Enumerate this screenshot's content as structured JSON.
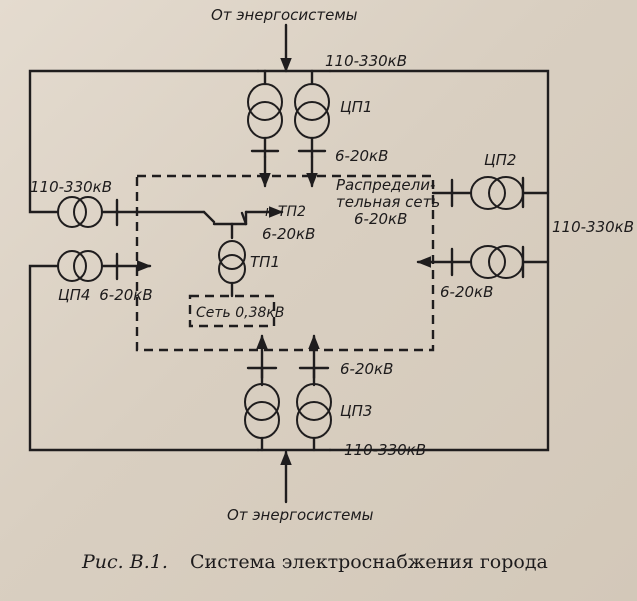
{
  "diagram": {
    "source_top": "От энергосистемы",
    "source_bottom": "От энергосистемы",
    "cp1": {
      "name": "ЦП1",
      "hv": "110-330кВ",
      "lv": "6-20кВ"
    },
    "cp2": {
      "name": "ЦП2",
      "hv": "110-330кВ",
      "lv": "6-20кВ"
    },
    "cp3": {
      "name": "ЦП3",
      "hv": "110-330кВ",
      "lv": "6-20кВ"
    },
    "cp4": {
      "name": "ЦП4",
      "hv": "110-330кВ",
      "lv": "6-20кВ"
    },
    "tp1": {
      "name": "ТП1",
      "hv": "6-20кВ"
    },
    "to_tp2": "к ТП2",
    "network_low": "Сеть 0,38кВ",
    "distribution_line1": "Распредели-",
    "distribution_line2": "тельная сеть",
    "distribution_line3": "6-20кВ"
  },
  "caption": {
    "label": "Рис. В.1.",
    "text": "Система электроснабжения города"
  }
}
